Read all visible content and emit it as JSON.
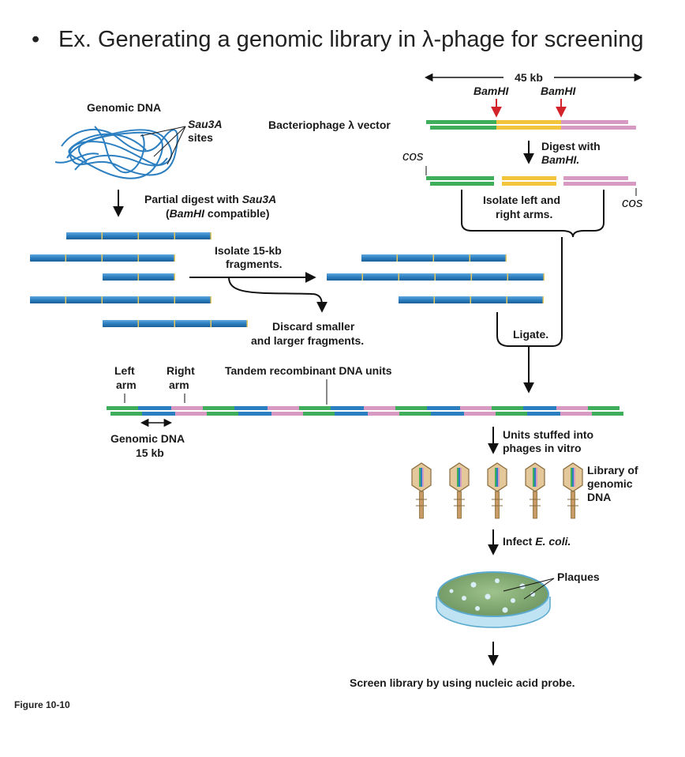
{
  "slide": {
    "bullet": "•",
    "title": "Ex. Generating a genomic library in λ-phage for screening"
  },
  "figure_label": "Figure 10-10",
  "labels": {
    "genomic_dna": "Genomic DNA",
    "sau3a": "Sau3A",
    "sites": "sites",
    "partial_digest_1a": "Partial digest with ",
    "partial_digest_1b": "Sau3A",
    "partial_digest_2a": "(",
    "partial_digest_2b": "BamHI",
    "partial_digest_2c": " compatible)",
    "isolate_15kb_1": "Isolate 15-kb",
    "isolate_15kb_2": "fragments.",
    "discard_1": "Discard smaller",
    "discard_2": "and larger fragments.",
    "length_45kb": "45 kb",
    "bamhi_left": "BamHI",
    "bamhi_right": "BamHI",
    "phage_vector": "Bacteriophage λ vector",
    "digest_1": "Digest with",
    "digest_2": "BamHI.",
    "cos_left": "cos",
    "cos_right": "cos",
    "isolate_arms_1": "Isolate left and",
    "isolate_arms_2": "right arms.",
    "ligate": "Ligate.",
    "left_arm_1": "Left",
    "left_arm_2": "arm",
    "right_arm_1": "Right",
    "right_arm_2": "arm",
    "tandem": "Tandem recombinant DNA units",
    "genomic_15kb_1": "Genomic DNA",
    "genomic_15kb_2": "15 kb",
    "units_stuffed_1": "Units stuffed into",
    "units_stuffed_2": "phages in vitro",
    "library_1": "Library of",
    "library_2": "genomic",
    "library_3": "DNA",
    "infect_1": "Infect ",
    "infect_2": "E. coli.",
    "plaques": "Plaques",
    "screen": "Screen library by using nucleic acid probe."
  },
  "colors": {
    "fragment_blue": "#2b7fc1",
    "fragment_end": "#e8c95a",
    "arm_green": "#3fae5a",
    "stuffer_yellow": "#f2c53d",
    "arm_pink": "#d79bc3",
    "arrow_red": "#d2232a",
    "phage_tan": "#c79b63",
    "dish_blue": "#a9d8ee",
    "plate_green": "#7ba36a"
  },
  "icons": [
    "genomic-dna-tangle-icon",
    "phage-icon",
    "petri-dish-icon"
  ]
}
